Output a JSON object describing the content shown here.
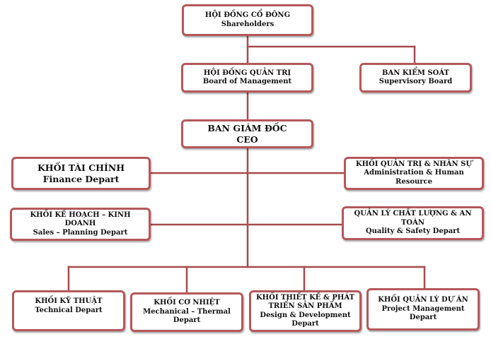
{
  "diagram": {
    "nodes": {
      "shareholders": {
        "line1": "HỘI ĐỒNG CỔ ĐÔNG",
        "line2": "Shareholders"
      },
      "board": {
        "line1": "HỘI ĐỒNG QUẢN TRỊ",
        "line2": "Board of Management"
      },
      "supervisory": {
        "line1": "BAN KIỂM SOÁT",
        "line2": "Supervisory Board"
      },
      "ceo": {
        "line1": "BAN GIÁM ĐỐC",
        "line2": "CEO"
      },
      "finance": {
        "line1": "KHỐI TÀI CHÍNH",
        "line2": "Finance Depart"
      },
      "admin": {
        "line1": "KHỐI QUẢN TRỊ &  NHÂN SỰ",
        "line2": "Administration & Human Resource"
      },
      "sales": {
        "line1": "KHỐI KẾ HOẠCH – KINH DOANH",
        "line2": "Sales – Planning Depart"
      },
      "quality": {
        "line1": "QUẢN LÝ CHẤT LƯỢNG & AN TOÀN",
        "line2": "Quality & Safety Depart"
      },
      "technical": {
        "line1": "KHỐI KỸ THUẬT",
        "line2": "Technical Depart"
      },
      "mechanical": {
        "line1": "KHỐI CƠ NHIỆT",
        "line2": "Mechanical – Thermal Depart"
      },
      "design": {
        "line1": "KHỐI THIẾT KẾ & PHÁT TRIỂN SẢN PHẨM",
        "line2": "Design & Development Depart"
      },
      "project": {
        "line1": "KHỐI QUẢN LÝ DỰ ÁN",
        "line2": "Project Management Depart"
      }
    },
    "colors": {
      "border": "#b5585a",
      "connector": "#a84a4c",
      "text": "#111111"
    }
  }
}
